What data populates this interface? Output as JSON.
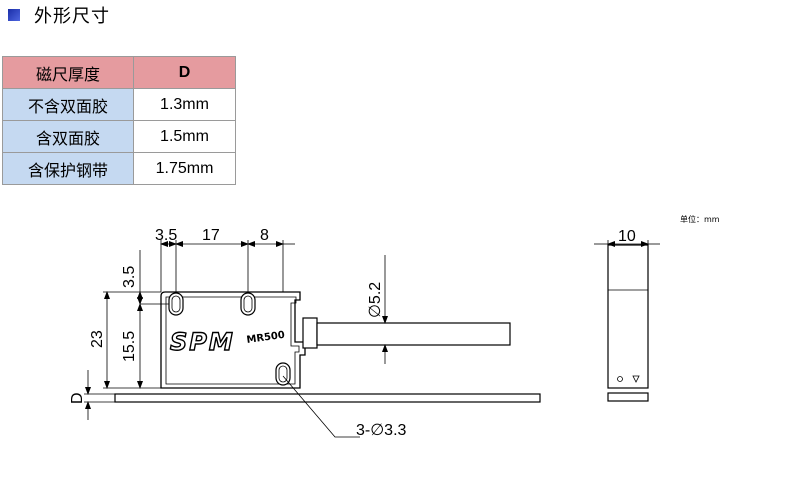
{
  "header": {
    "title": "外形尺寸"
  },
  "table": {
    "headers": [
      "磁尺厚度",
      "D"
    ],
    "rows": [
      [
        "不含双面胶",
        "1.3mm"
      ],
      [
        "含双面胶",
        "1.5mm"
      ],
      [
        "含保护钢带",
        "1.75mm"
      ]
    ]
  },
  "drawing": {
    "unit_note": "单位：mm",
    "logo": "SPM",
    "model": "MR500",
    "dims": {
      "top_a": "3.5",
      "top_b": "17",
      "top_c": "8",
      "left_a": "3.5",
      "left_b": "15.5",
      "left_c": "23",
      "left_d": "D",
      "cable": "∅5.2",
      "holes": "3-∅3.3",
      "side_width": "10"
    }
  },
  "colors": {
    "header_cell": "#e59b9f",
    "label_cell": "#c5d9f1",
    "bullet": "#2a3fc0"
  }
}
